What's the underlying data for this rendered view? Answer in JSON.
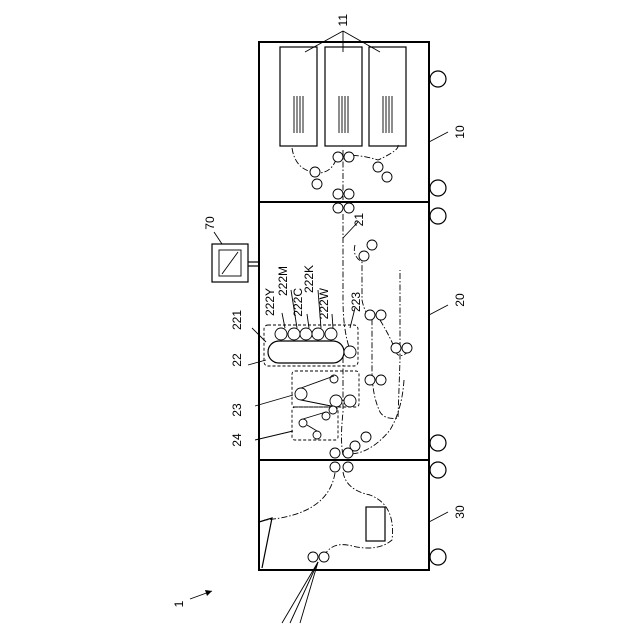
{
  "labels": {
    "cassettes": "11",
    "feeder_unit": "10",
    "transport_path": "21",
    "image_forming_unit": "20",
    "control_panel": "70",
    "developer_y": "222Y",
    "developer_m": "222M",
    "developer_c": "222C",
    "developer_k": "222K",
    "developer_w": "222W",
    "intermediate_belt": "223",
    "transfer_device": "221",
    "image_section": "22",
    "fixing_section": "23",
    "cooling_section": "24",
    "output_unit": "30",
    "apparatus": "1"
  }
}
